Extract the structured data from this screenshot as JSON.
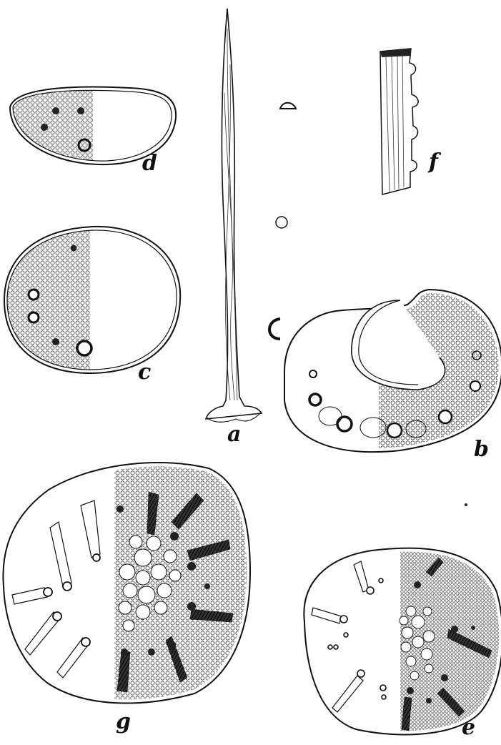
{
  "figure": {
    "labels": {
      "a": "a",
      "b": "b",
      "c": "c",
      "d": "d",
      "e": "e",
      "f": "f",
      "g": "g"
    }
  },
  "colors": {
    "ink": "#111111",
    "paper": "#ffffff"
  }
}
